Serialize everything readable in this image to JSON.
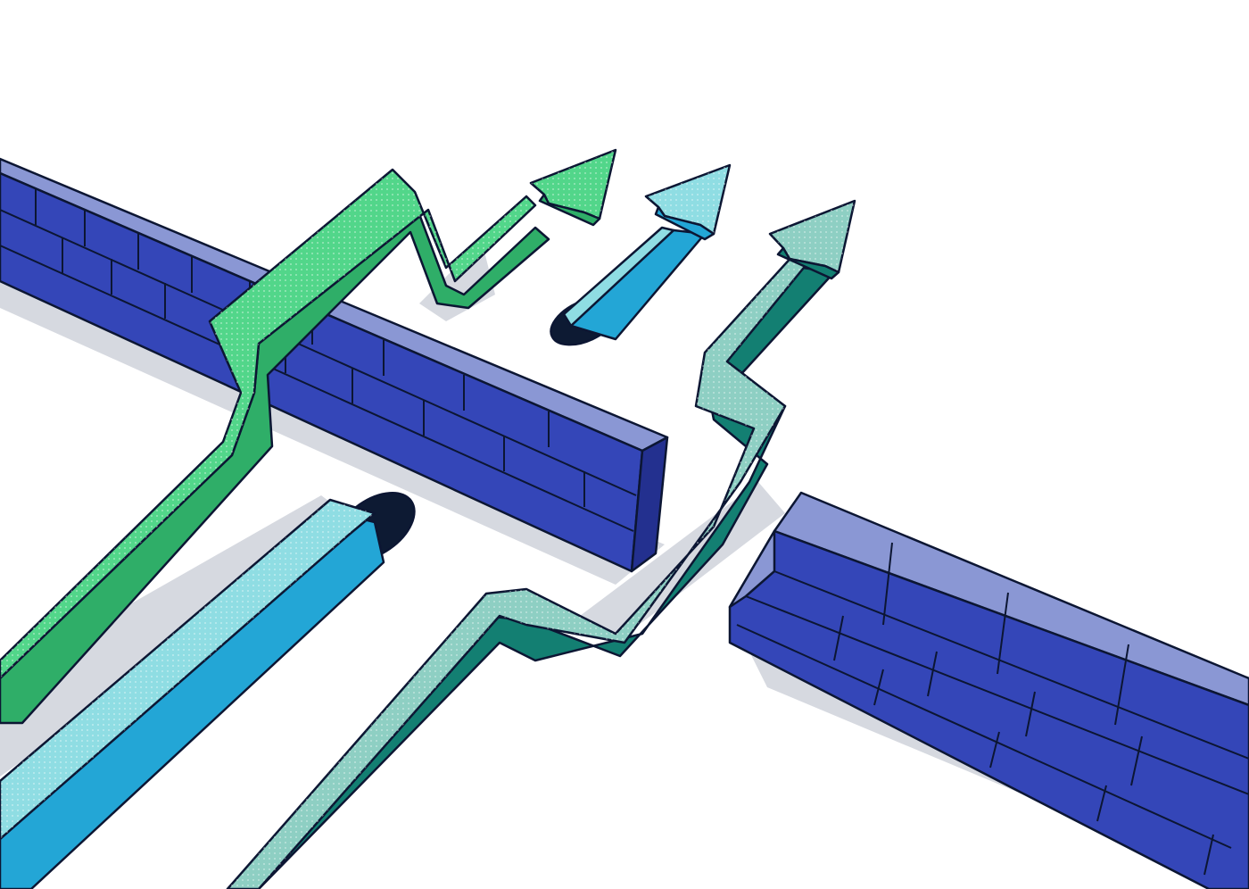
{
  "scene": {
    "subject": "illustration",
    "colors": {
      "background": "#ffffff",
      "shadow": "#d6d9e0",
      "outline": "#0c1633",
      "brick_top": "#8a97d4",
      "brick_side": "#3446b8",
      "brick_end": "#23308f",
      "arrow_green_top": "#52d68a",
      "arrow_green_side": "#2fae68",
      "arrow_blue_top": "#8fdde3",
      "arrow_blue_side": "#23a6d6",
      "arrow_teal_top": "#8ecfc3",
      "arrow_teal_side": "#137f72",
      "hole": "#0d1a33"
    },
    "elements": [
      "left-brick-wall",
      "right-brick-wall",
      "green-arrow-over-wall",
      "blue-arrow-under-wall",
      "teal-arrow-through-gap"
    ]
  }
}
